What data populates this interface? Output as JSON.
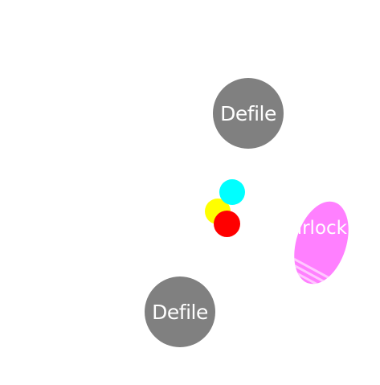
{
  "colors": {
    "background": "#ffffff",
    "obstacle": "#808080",
    "obstacle_text": "#ffffff",
    "player_yellow": "#ffff00",
    "player_cyan": "#00ffff",
    "player_red": "#ff0000",
    "enemy": "#ff80ff",
    "enemy_stripe": "#ffc8ff"
  },
  "obstacles": [
    {
      "label": "Defile"
    },
    {
      "label": "Defile"
    }
  ],
  "enemy": {
    "label": "arlock",
    "icon": "warlock-ellipse"
  },
  "players": [
    {
      "icon": "yellow-dot"
    },
    {
      "icon": "cyan-dot"
    },
    {
      "icon": "red-dot"
    }
  ]
}
